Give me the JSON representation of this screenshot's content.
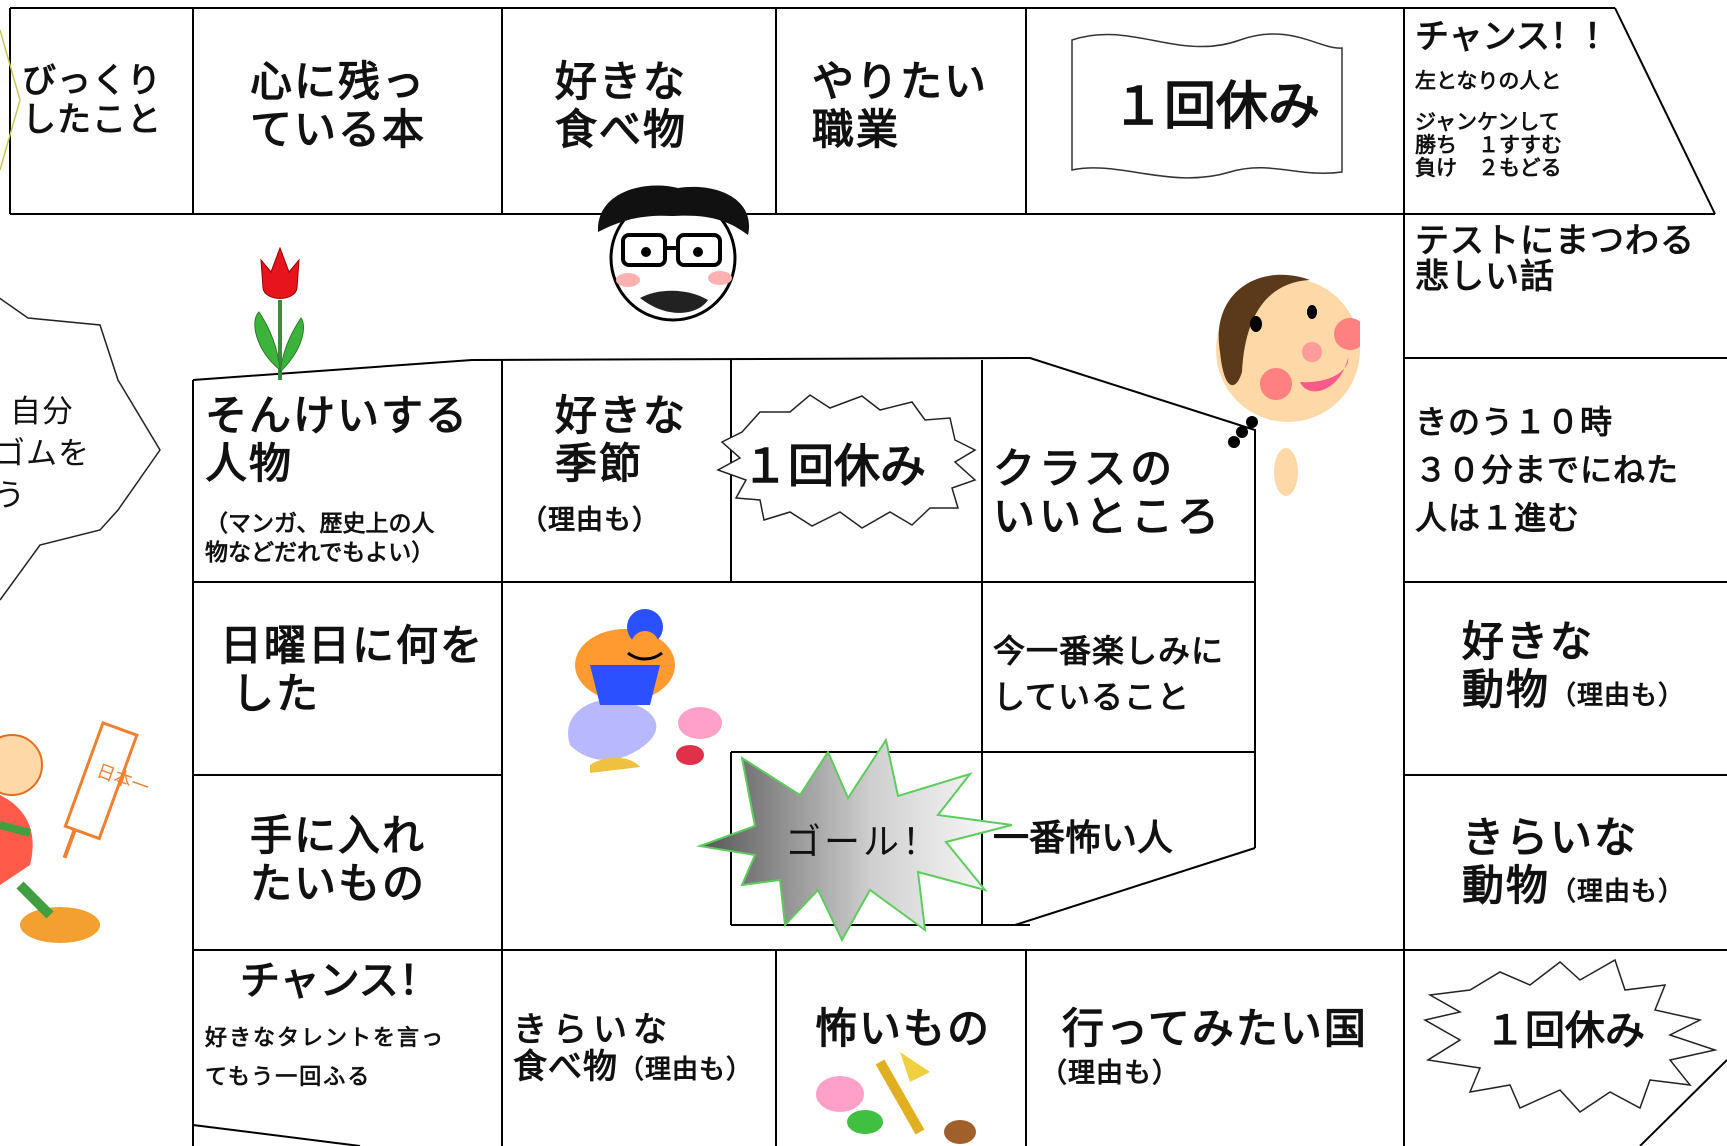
{
  "board": {
    "top_row": {
      "bikkuri": [
        "びっくり",
        "したこと"
      ],
      "book": [
        "心に残っ",
        "ている本"
      ],
      "food": [
        "好きな",
        "食べ物"
      ],
      "job": [
        "やりたい",
        "職業"
      ],
      "rest": "１回休み",
      "chance_title": "チャンス！！",
      "chance_lines": [
        "左となりの人と",
        "ジャンケンして",
        "勝ち　１すすむ",
        "負け　２もどる"
      ]
    },
    "right_column": {
      "test": [
        "テストにまつわる",
        "悲しい話"
      ],
      "yesterday": [
        "きのう１０時",
        "３０分までにねた",
        "人は１進む"
      ],
      "animal_like": [
        "好きな",
        "動物",
        "（理由も）"
      ],
      "animal_dislike": [
        "きらいな",
        "動物",
        "（理由も）"
      ]
    },
    "inner": {
      "respect": "そんけいする",
      "respect_2": "人物",
      "respect_note": [
        "（マンガ、歴史上の人",
        "物などだれでもよい）"
      ],
      "season": [
        "好きな",
        "季節"
      ],
      "season_note": "（理由も）",
      "rest": "１回休み",
      "class": [
        "クラスの",
        "いいところ"
      ],
      "sunday": [
        "日曜日に何を",
        "した"
      ],
      "looking": [
        "今一番楽しみに",
        "していること"
      ],
      "goal": "ゴール！",
      "scary_person": "一番怖い人",
      "want": [
        "手に入れ",
        "たいもの"
      ]
    },
    "bottom_row": {
      "chance_title": "チャンス！",
      "chance_lines": [
        "好きなタレントを言っ",
        "てもう一回ふる"
      ],
      "food_dislike": [
        "きらいな",
        "食べ物"
      ],
      "food_dislike_note": "（理由も）",
      "scary": "怖いもの",
      "country": "行ってみたい国",
      "country_note": "（理由も）",
      "rest": "１回休み"
    },
    "left_bubble": [
      "自分",
      "ゴムを",
      "う"
    ],
    "sign_text": "日本一"
  },
  "colors": {
    "line": "#000000",
    "skin": "#ffd8a8",
    "cheek": "#ff8080",
    "tulip_red": "#e8141c",
    "leaf": "#3cb43c",
    "goal_border": "#5ccc5c",
    "genie_blue": "#a9a9ff",
    "orange": "#ff9a30"
  }
}
